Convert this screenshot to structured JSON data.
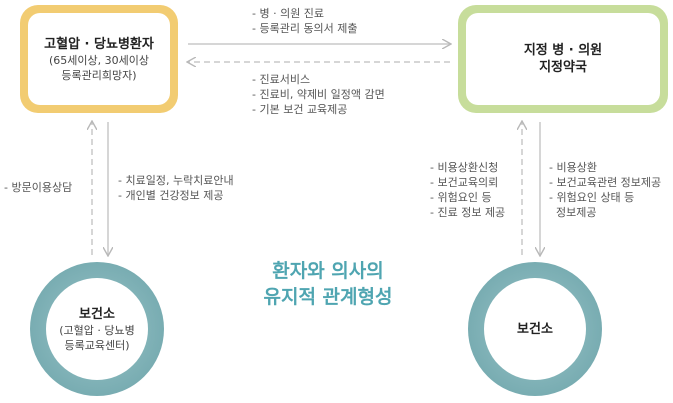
{
  "patient": {
    "title": "고혈압 · 당뇨병환자",
    "sub1": "(65세이상, 30세이상",
    "sub2": "등록관리희망자)"
  },
  "hospital": {
    "title1": "지정 병 · 의원",
    "title2": "지정약국"
  },
  "health_center_left": {
    "title": "보건소",
    "sub1": "(고혈압 · 당뇨병",
    "sub2": "등록교육센터)"
  },
  "health_center_right": {
    "title": "보건소"
  },
  "center_text": {
    "line1": "환자와 의사의",
    "line2": "유지적 관계형성"
  },
  "top_arrow_labels": [
    "- 병 · 의원 진료",
    "- 등록관리 동의서 제출"
  ],
  "mid_arrow_labels": [
    "- 진료서비스",
    "- 진료비, 약제비 일정액 감면",
    "- 기본 보건 교육제공"
  ],
  "left_outer_labels": [
    "- 방문이용상담"
  ],
  "left_inner_labels": [
    "- 치료일정, 누락치료안내",
    "- 개인별 건강정보 제공"
  ],
  "right_inner_labels": [
    "- 비용상환신청",
    "- 보건교육의뢰",
    "- 위험요인 등",
    "- 진료 정보 제공"
  ],
  "right_outer_labels": [
    "- 비용상환",
    "- 보건교육관련 정보제공",
    "- 위험요인 상태 등",
    "  정보제공"
  ],
  "colors": {
    "patient_border": "#f2cc72",
    "hospital_border": "#c7dd9b",
    "circle": "#7eb3b8",
    "center_text": "#4fa5b1",
    "arrow": "#c8c8c8"
  }
}
